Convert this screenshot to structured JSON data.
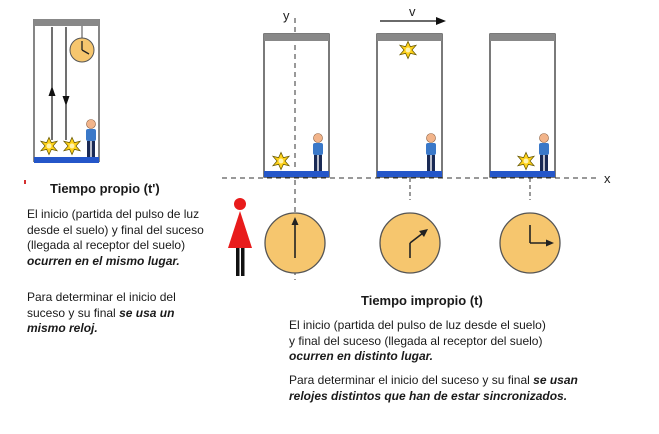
{
  "axis_labels": {
    "y": "y",
    "x": "x",
    "v": "v"
  },
  "left": {
    "title": "Tiempo propio (t')",
    "para1": "El inicio (partida del pulso de luz desde el suelo) y final del suceso (llegada al receptor del suelo)",
    "para1_em": "ocurren en el mismo lugar.",
    "para2": "Para determinar el inicio del suceso  y su final",
    "para2_em": "se usa un mismo reloj."
  },
  "right": {
    "title": "Tiempo impropio (t)",
    "para1": "El inicio (partida del pulso de luz desde el suelo) y final del suceso (llegada al receptor del suelo)",
    "para1_em": "ocurren en distinto lugar.",
    "para2": "Para determinar el inicio del suceso  y su final",
    "para2_em": "se usan relojes distintos que han de estar sincronizados."
  },
  "colors": {
    "floor": "#2456c9",
    "ceiling": "#888888",
    "clock_face": "#f6c66e",
    "flash": "#ffd21a",
    "person_shirt": "#3a78c8",
    "woman_dress": "#e81b1b"
  },
  "icons": [
    "light-flash-icon",
    "clock-icon",
    "person-icon",
    "woman-icon"
  ]
}
